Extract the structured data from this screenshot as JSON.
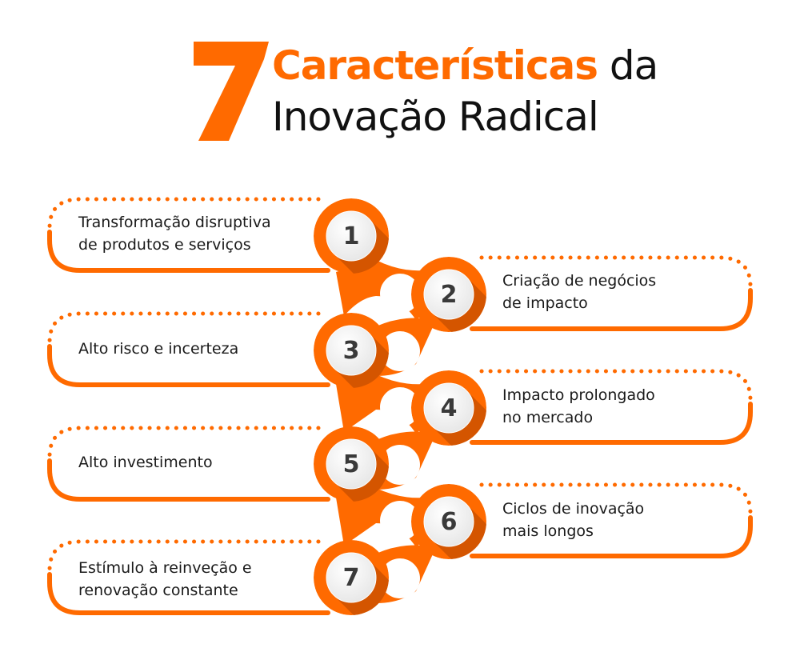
{
  "title": {
    "number": "7",
    "highlight": "Características",
    "line1_rest": " da",
    "line2": "Inovação Radical"
  },
  "colors": {
    "accent": "#ff6a00",
    "accent_dark": "#d45500",
    "text": "#1a1a1a",
    "number_text": "#3a3a3a"
  },
  "items": [
    {
      "number": "1",
      "line1": "Transformação disruptiva",
      "line2": "de produtos e serviços",
      "side": "left"
    },
    {
      "number": "2",
      "line1": "Criação de negócios",
      "line2": "de impacto",
      "side": "right"
    },
    {
      "number": "3",
      "line1": "Alto risco e incerteza",
      "line2": "",
      "side": "left"
    },
    {
      "number": "4",
      "line1": "Impacto prolongado",
      "line2": "no mercado",
      "side": "right"
    },
    {
      "number": "5",
      "line1": "Alto investimento",
      "line2": "",
      "side": "left"
    },
    {
      "number": "6",
      "line1": "Ciclos de inovação",
      "line2": "mais longos",
      "side": "right"
    },
    {
      "number": "7",
      "line1": "Estímulo à reinveção e",
      "line2": "renovação constante",
      "side": "left"
    }
  ]
}
